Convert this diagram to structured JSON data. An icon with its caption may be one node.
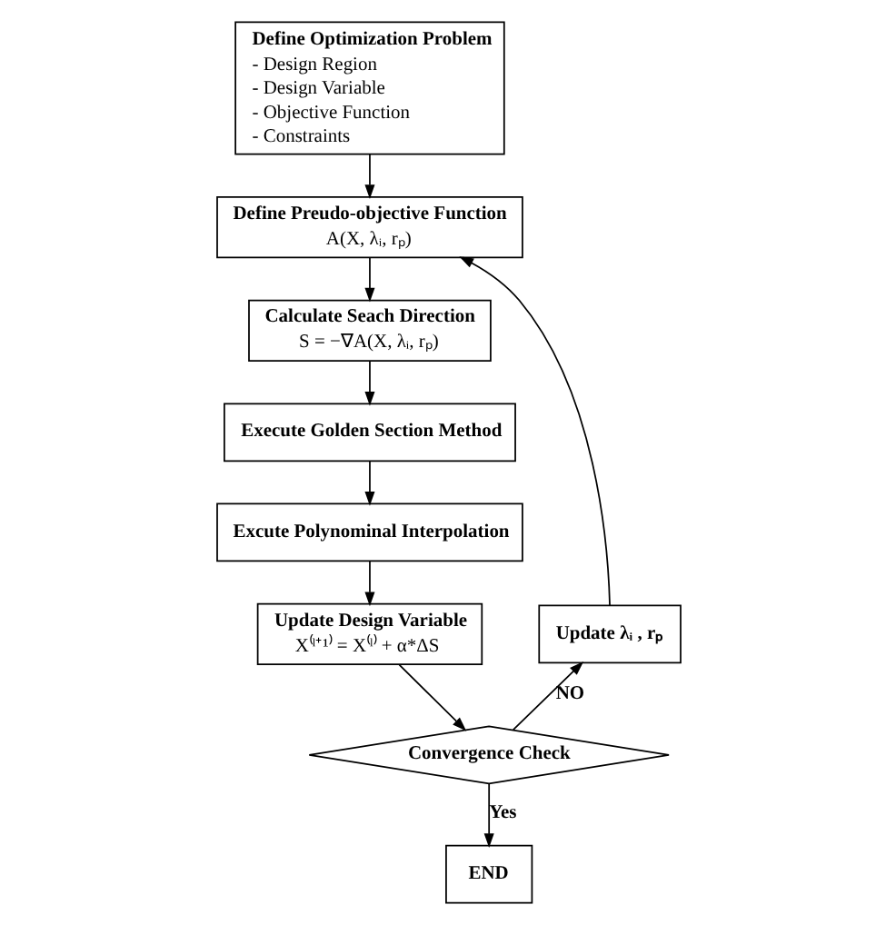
{
  "diagram": {
    "nodes": [
      {
        "text": [
          "Define Optimization Problem",
          "- Design Region",
          "- Design Variable",
          "- Objective Function",
          "- Constraints"
        ]
      },
      {
        "text": [
          "Define Preudo-objective Function",
          "A(X, λᵢ, rₚ)"
        ]
      },
      {
        "text": [
          "Calculate Seach Direction",
          "S = −∇A(X, λᵢ, rₚ)"
        ]
      },
      {
        "text": [
          "Execute Golden Section Method"
        ]
      },
      {
        "text": [
          "Excute Polynominal Interpolation"
        ]
      },
      {
        "text": [
          "Update Design Variable",
          "X⁽ˡ⁺¹⁾ = X⁽ˡ⁾ + α*ΔS"
        ]
      },
      {
        "text": [
          "Convergence Check"
        ]
      },
      {
        "text": [
          "END"
        ]
      },
      {
        "text": [
          "Update λᵢ , rₚ"
        ]
      }
    ],
    "edges": [
      {
        "from": 0,
        "to": 1,
        "arrow": "to"
      },
      {
        "from": 1,
        "to": 2,
        "arrow": "to"
      },
      {
        "from": 2,
        "to": 3,
        "arrow": "to"
      },
      {
        "from": 3,
        "to": 4,
        "arrow": "to"
      },
      {
        "from": 4,
        "to": 5,
        "arrow": "to"
      },
      {
        "from": 5,
        "to": 6,
        "arrow": "to"
      },
      {
        "from": 6,
        "to": 7,
        "arrow": "to",
        "label": "Yes"
      },
      {
        "from": 6,
        "to": 8,
        "arrow": "to",
        "label": "NO"
      },
      {
        "from": 8,
        "to": 1,
        "arrow": "to"
      }
    ]
  }
}
